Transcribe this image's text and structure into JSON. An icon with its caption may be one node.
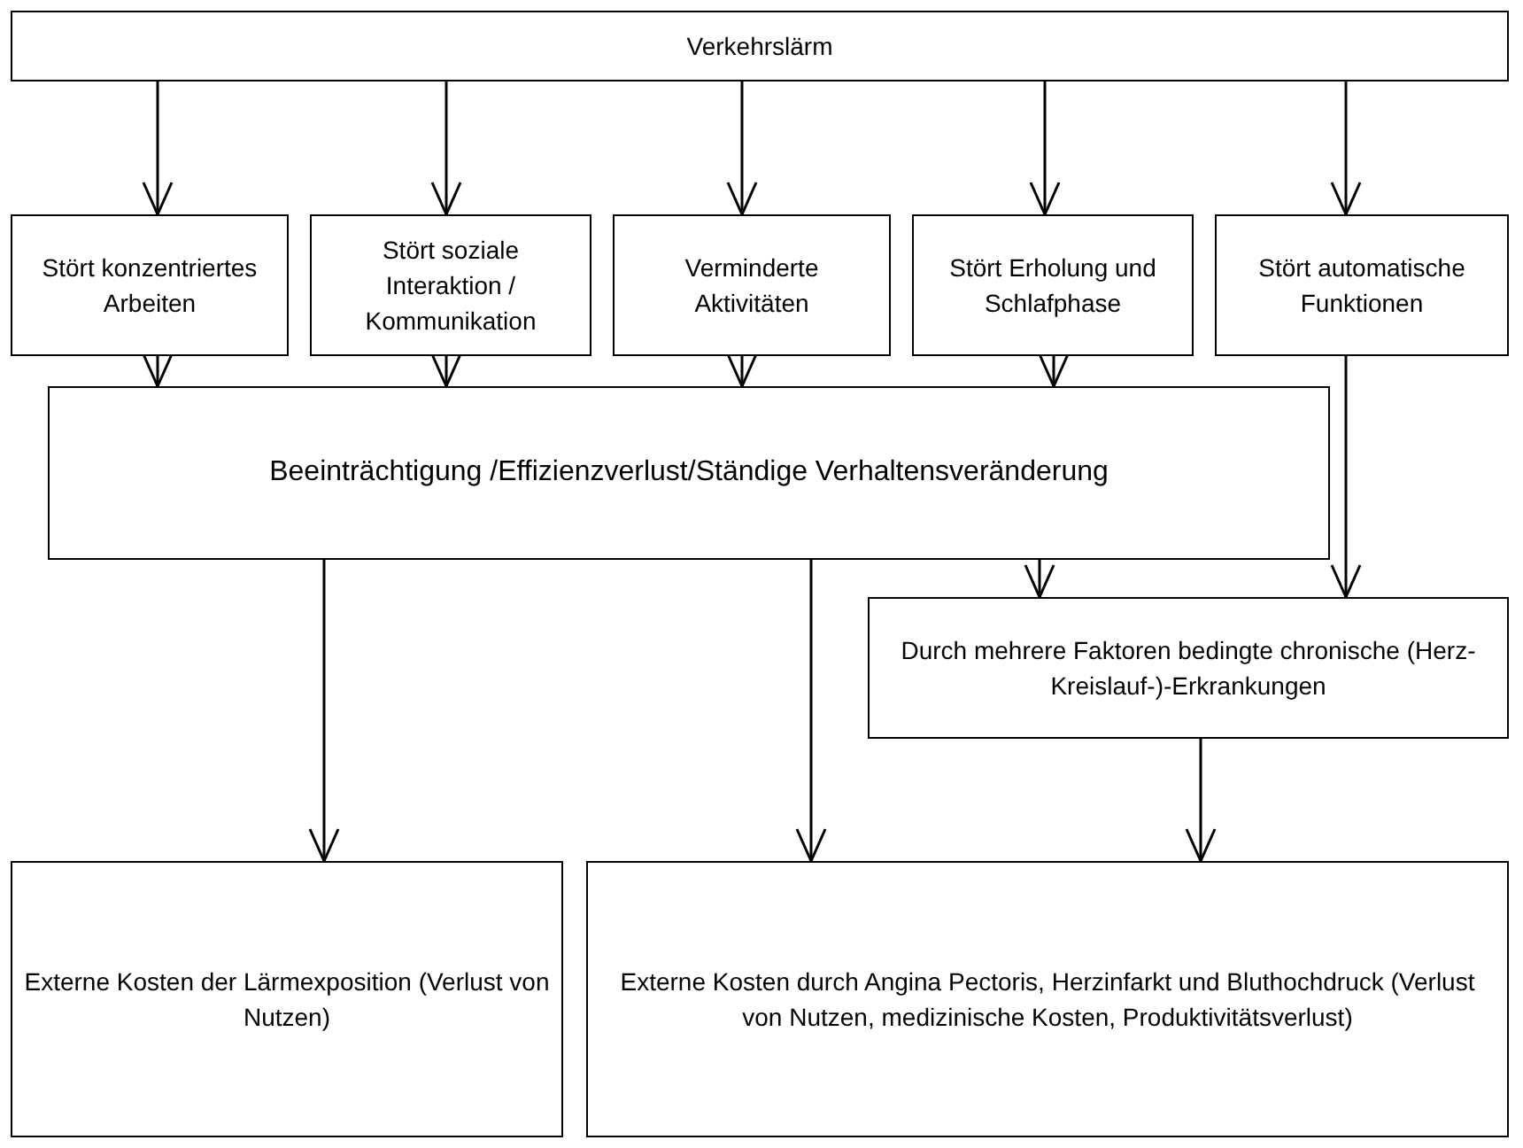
{
  "diagram": {
    "nodes": [
      {
        "text": [
          "Verkehrslärm"
        ]
      },
      {
        "text": [
          "Stört konzentriertes Arbeiten"
        ]
      },
      {
        "text": [
          "Stört soziale Interaktion / Kommunikation"
        ]
      },
      {
        "text": [
          "Verminderte Aktivitäten"
        ]
      },
      {
        "text": [
          "Stört Erholung und Schlafphase"
        ]
      },
      {
        "text": [
          "Stört automatische Funktionen"
        ]
      },
      {
        "text": [
          "Beeinträchtigung /Effizienzverlust/Ständige Verhaltensveränderung"
        ]
      },
      {
        "text": [
          "Durch mehrere Faktoren bedingte chronische (Herz-Kreislauf-)-Erkrankungen"
        ]
      },
      {
        "text": [
          "Externe Kosten der Lärmexposition (Verlust von Nutzen)"
        ]
      },
      {
        "text": [
          "Externe Kosten durch Angina Pectoris, Herzinfarkt und Bluthochdruck (Verlust von Nutzen, medizinische Kosten, Produktivitätsverlust)"
        ]
      }
    ],
    "edges": [
      {
        "from": 0,
        "to": 1,
        "arrow": "to"
      },
      {
        "from": 0,
        "to": 2,
        "arrow": "to"
      },
      {
        "from": 0,
        "to": 3,
        "arrow": "to"
      },
      {
        "from": 0,
        "to": 4,
        "arrow": "to"
      },
      {
        "from": 0,
        "to": 5,
        "arrow": "to"
      },
      {
        "from": 1,
        "to": 6,
        "arrow": "to"
      },
      {
        "from": 2,
        "to": 6,
        "arrow": "to"
      },
      {
        "from": 3,
        "to": 6,
        "arrow": "to"
      },
      {
        "from": 4,
        "to": 6,
        "arrow": "to"
      },
      {
        "from": 5,
        "to": 7,
        "arrow": "to"
      },
      {
        "from": 6,
        "to": 8,
        "arrow": "to"
      },
      {
        "from": 6,
        "to": 9,
        "arrow": "to"
      },
      {
        "from": 6,
        "to": 7,
        "arrow": "to"
      },
      {
        "from": 7,
        "to": 9,
        "arrow": "to"
      }
    ]
  }
}
